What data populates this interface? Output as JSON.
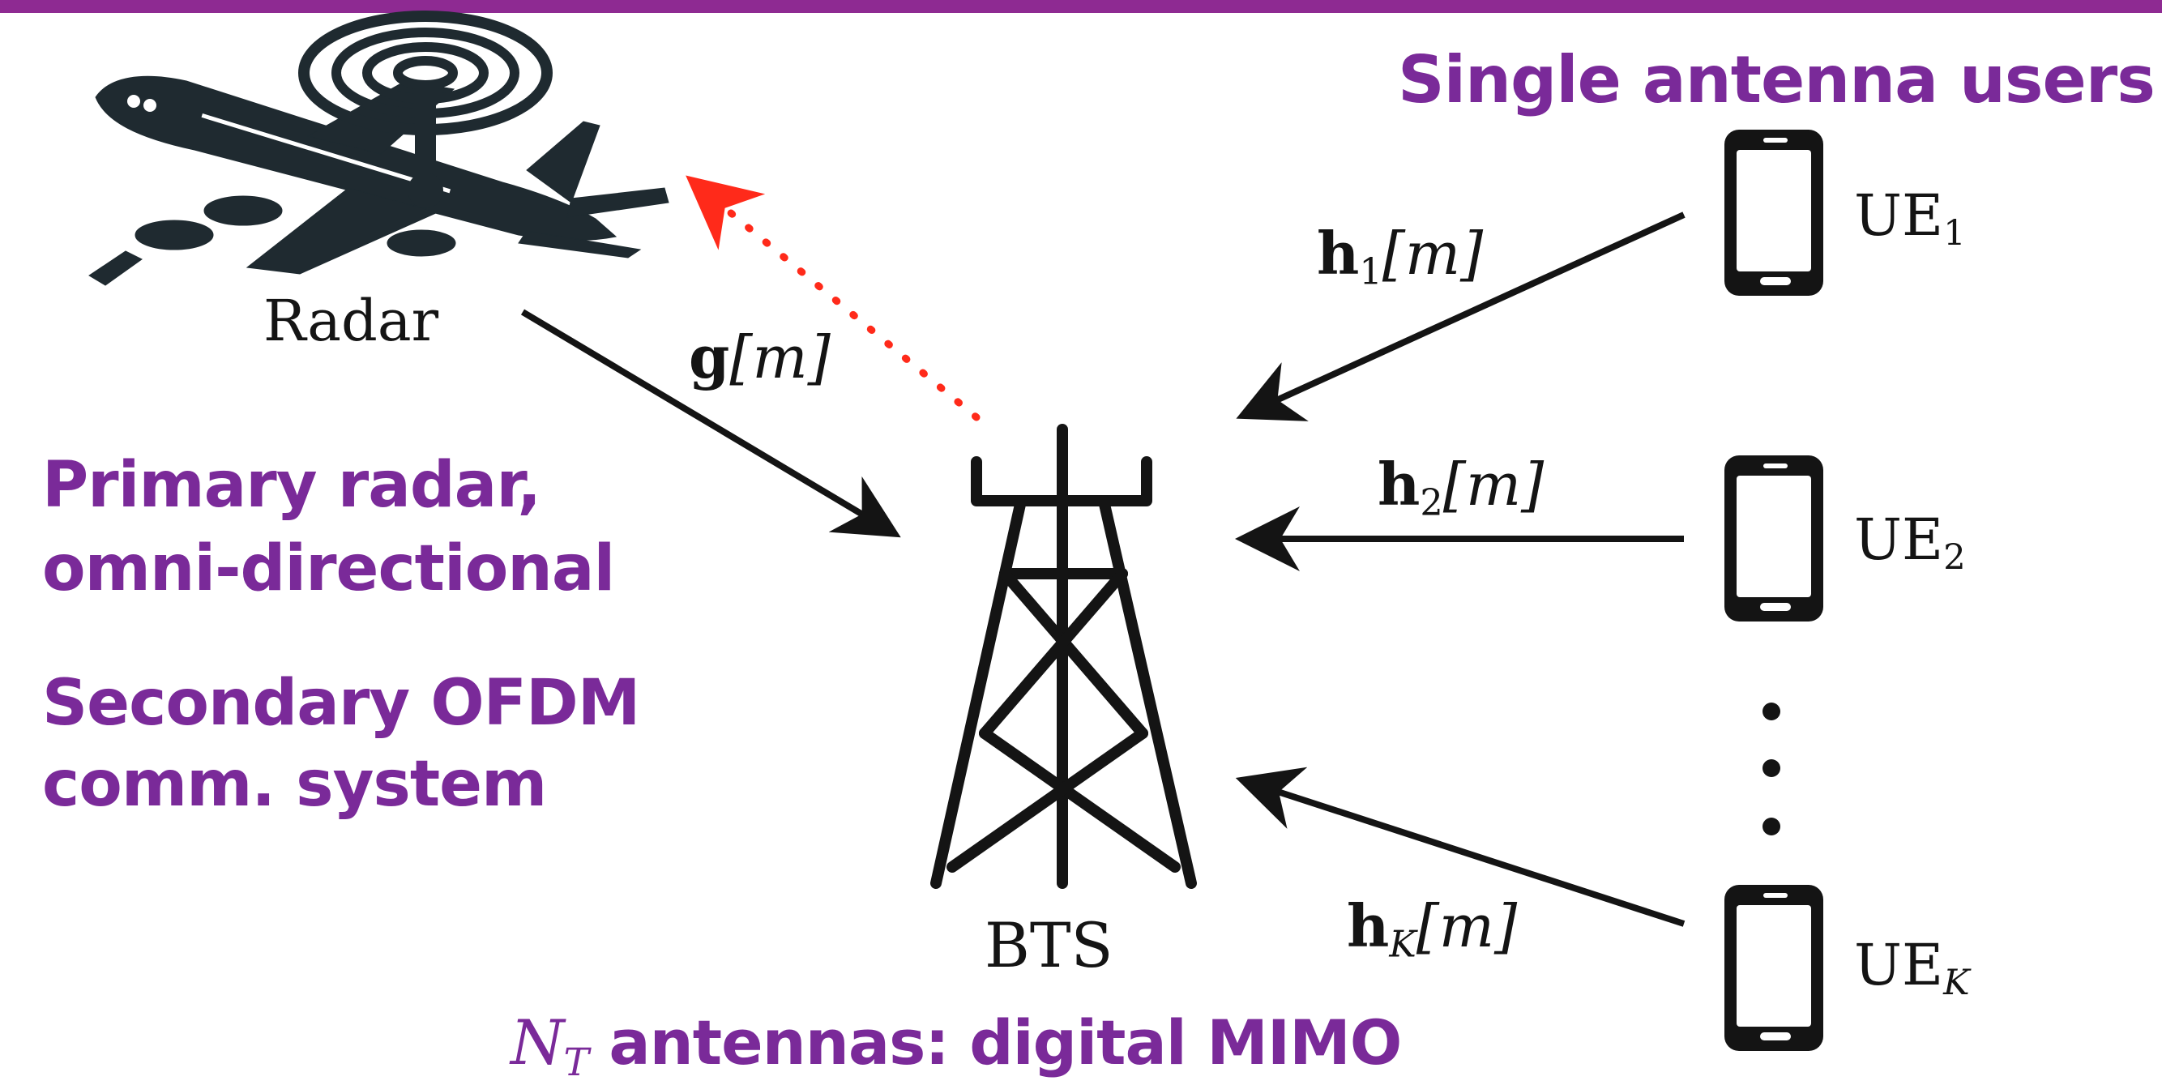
{
  "header_bar": {
    "color": "#8e2a92"
  },
  "labels": {
    "users_title": "Single antenna users",
    "primary_line1": "Primary radar,",
    "primary_line2": "omni-directional",
    "secondary_line1": "Secondary OFDM",
    "secondary_line2": "comm. system",
    "bottom_suffix": " antennas: digital MIMO",
    "bottom_symbol": "N",
    "bottom_symbol_sub": "T"
  },
  "nodes": {
    "radar": "Radar",
    "bts": "BTS",
    "ue": [
      {
        "base": "UE",
        "sub": "1"
      },
      {
        "base": "UE",
        "sub": "2"
      },
      {
        "base": "UE",
        "sub": "K"
      }
    ]
  },
  "channels": {
    "g": {
      "sym": "g",
      "arg": "[m]"
    },
    "h1": {
      "sym": "h",
      "sub": "1",
      "arg": "[m]"
    },
    "h2": {
      "sym": "h",
      "sub": "2",
      "arg": "[m]"
    },
    "hK": {
      "sym": "h",
      "sub": "K",
      "arg": "[m]"
    }
  },
  "colors": {
    "accent": "#7a2a99",
    "line": "#141414",
    "interference": "#ff2a1a"
  },
  "icons": [
    "airplane-icon",
    "radar-dish-icon",
    "tower-icon",
    "phone-icon"
  ]
}
